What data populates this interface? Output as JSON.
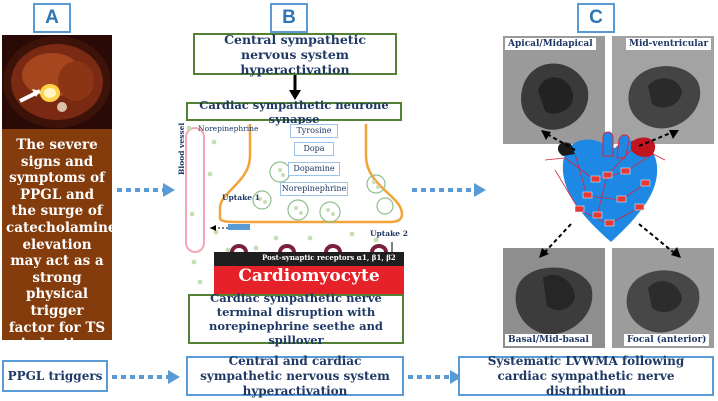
{
  "panels": {
    "a": "A",
    "b": "B",
    "c": "C"
  },
  "panel_a": {
    "description": "The severe signs and symptoms of PPGL and the surge of catecholamine elevation may act as a strong physical trigger factor for TS induction"
  },
  "panel_b": {
    "top_box": "Central sympathetic nervous system hyperactivation",
    "synapse_title": "Cardiac sympathetic neurone synapse",
    "norepinephrine_legend": "Norepinephrine",
    "blood_vessel": "Blood vessel",
    "pathway": [
      "Tyrosine",
      "Dopa",
      "Dopamine",
      "Norepinephrine"
    ],
    "uptake1": "Uptake 1",
    "uptake2": "Uptake 2",
    "receptors": "Post-synaptic receptors α1, β1, β2",
    "cardiomyocyte": "Cardiomyocyte",
    "bottom_box": "Cardiac sympathetic nerve terminal disruption with norepinephrine seethe and spillover"
  },
  "panel_c": {
    "views": [
      "Apical/Midapical",
      "Mid-ventricular",
      "Basal/Mid-basal",
      "Focal (anterior)"
    ]
  },
  "flow": {
    "step1": "PPGL triggers",
    "step2": "Central and cardiac sympathetic nervous system hyperactivation",
    "step3": "Systematic LVWMA following cardiac sympathetic nerve distribution"
  },
  "colors": {
    "panel_border": "#5b9bd5",
    "green_border": "#548235",
    "brown_text_bg": "#843c0c",
    "nerve_outline": "#f2a33a",
    "cardiomyocyte_red": "#e5222a",
    "heart_blue": "#1e88e5",
    "dotted_arrow": "#5b9bd5"
  }
}
